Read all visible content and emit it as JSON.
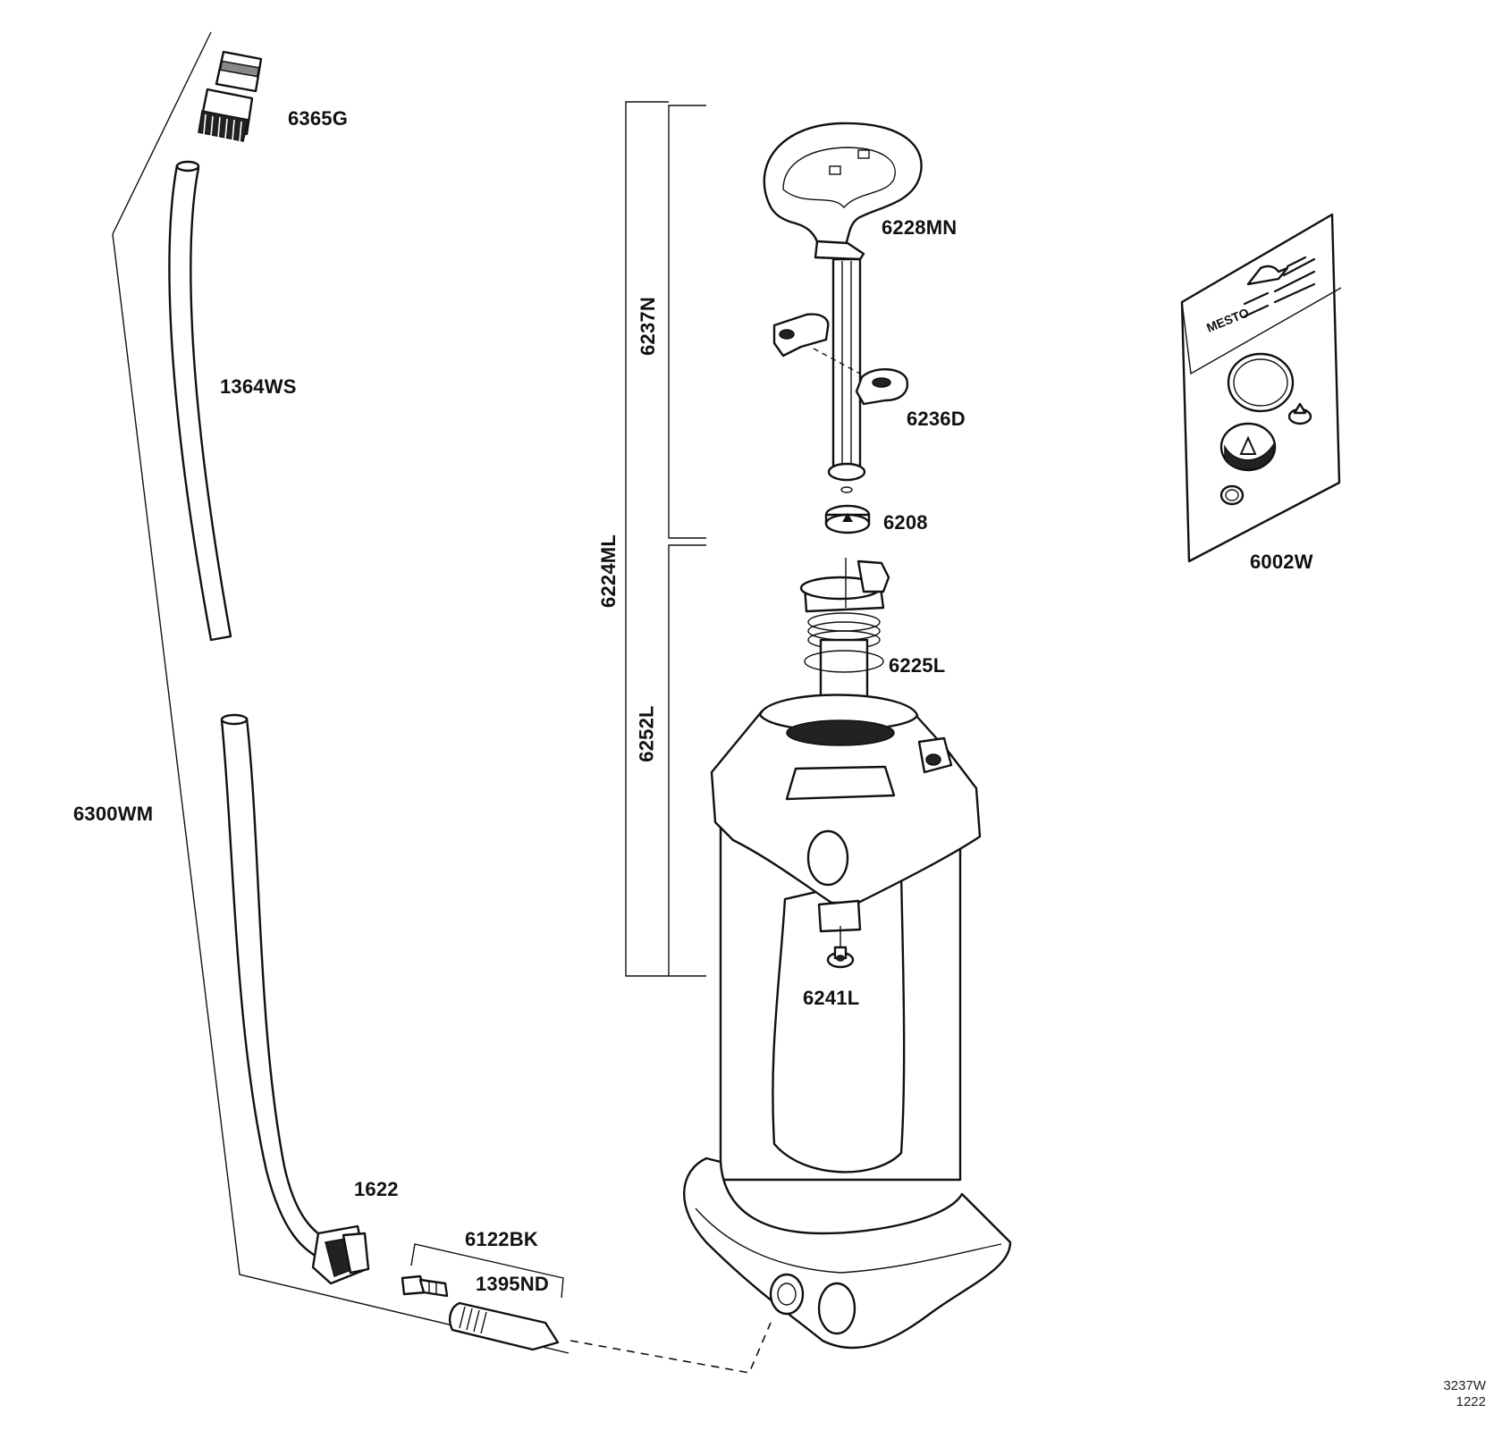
{
  "labels": {
    "p6365G": "6365G",
    "p1364WS": "1364WS",
    "p6300WM": "6300WM",
    "p1622": "1622",
    "p6122BK": "6122BK",
    "p1395ND": "1395ND",
    "p6228MN": "6228MN",
    "p6237N": "6237N",
    "p6236D": "6236D",
    "p6208": "6208",
    "p6224ML": "6224ML",
    "p6225L": "6225L",
    "p6252L": "6252L",
    "p6241L": "6241L",
    "p6002W": "6002W"
  },
  "kit": {
    "brand": "MESTO"
  },
  "doc_code": {
    "line1": "3237W",
    "line2": "1222"
  }
}
